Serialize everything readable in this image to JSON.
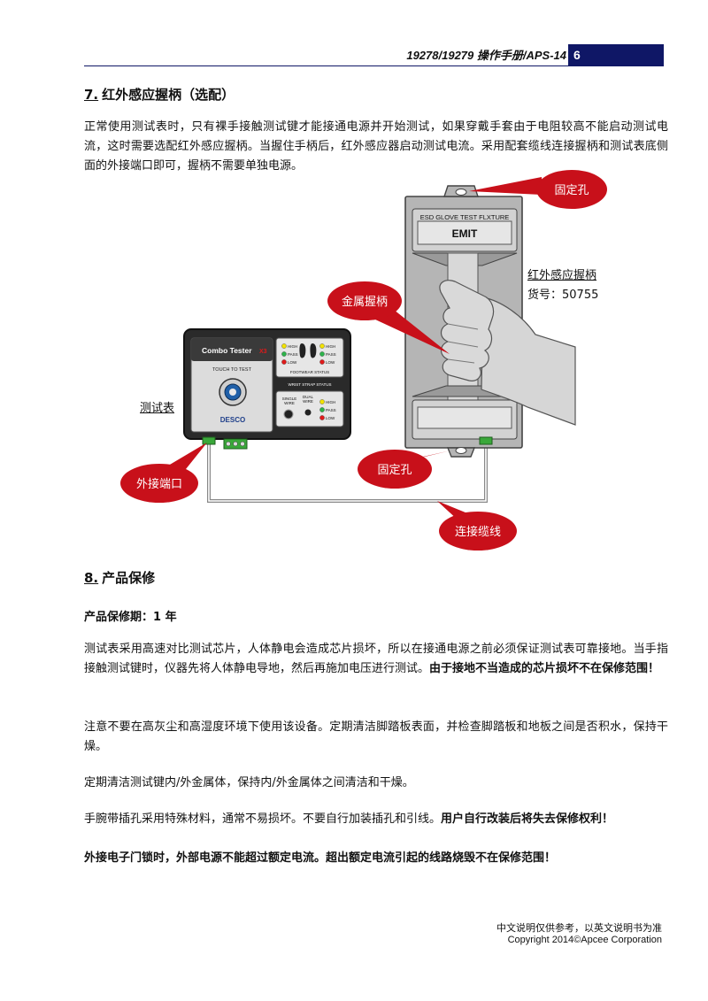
{
  "header": {
    "doc_title": "19278/19279 操作手册/APS-14",
    "page_number": "6"
  },
  "section7": {
    "number": "7.",
    "title": "红外感应握柄（选配）",
    "paragraph": "正常使用测试表时，只有裸手接触测试键才能接通电源并开始测试，如果穿戴手套由于电阻较高不能启动测试电流，这时需要选配红外感应握柄。当握住手柄后，红外感应器启动测试电流。采用配套缆线连接握柄和测试表底侧面的外接端口即可，握柄不需要单独电源。"
  },
  "diagram": {
    "callouts": {
      "fixing_hole_top": "固定孔",
      "metal_grip": "金属握柄",
      "external_port": "外接端口",
      "fixing_hole_bottom": "固定孔",
      "connecting_cable": "连接缆线"
    },
    "labels": {
      "handle_name": "红外感应握柄",
      "part_no": "货号：50755",
      "tester": "测试表"
    },
    "fixture": {
      "top_text": "ESD GLOVE TEST FLXTURE",
      "emit": "EMIT"
    },
    "tester": {
      "brand": "Combo Tester",
      "model_mark": "X3",
      "touch_label": "TOUCH TO TEST",
      "maker": "DESCO",
      "footwear_status": "FOOTWEAR STATUS",
      "wrist_strap_status": "WRIST STRAP STATUS",
      "high": "HIGH",
      "pass": "PASS",
      "low": "LOW",
      "single_wire": [
        "SINGLE",
        "WIRE"
      ],
      "dual_wire": [
        "DUAL",
        "WIRE"
      ]
    }
  },
  "section8": {
    "number": "8.",
    "title": "产品保修",
    "warranty_label": "产品保修期：",
    "warranty_value": "1 年",
    "p1_normal": "测试表采用高速对比测试芯片，人体静电会造成芯片损坏，所以在接通电源之前必须保证测试表可靠接地。当手指接触测试键时，仪器先将人体静电导地，然后再施加电压进行测试。",
    "p1_bold": "由于接地不当造成的芯片损坏不在保修范围！",
    "p2": "注意不要在高灰尘和高湿度环境下使用该设备。定期清洁脚踏板表面，并检查脚踏板和地板之间是否积水，保持干燥。",
    "p3": "定期清洁测试键内/外金属体，保持内/外金属体之间清洁和干燥。",
    "p4_normal": "手腕带插孔采用特殊材料，通常不易损坏。不要自行加装插孔和引线。",
    "p4_bold": "用户自行改装后将失去保修权利！",
    "p5_bold": "外接电子门锁时，外部电源不能超过额定电流。超出额定电流引起的线路烧毁不在保修范围！"
  },
  "footer": {
    "note": "中文说明仅供参考，以英文说明书为准",
    "copyright": "Copyright 2014©Apcee Corporation"
  },
  "colors": {
    "header_bar": "#0f1766",
    "callout_red": "#c8101a",
    "led_yellow": "#f2e200",
    "led_green": "#2db34a",
    "led_red": "#e01a1a",
    "connector_green": "#3aa83a"
  }
}
